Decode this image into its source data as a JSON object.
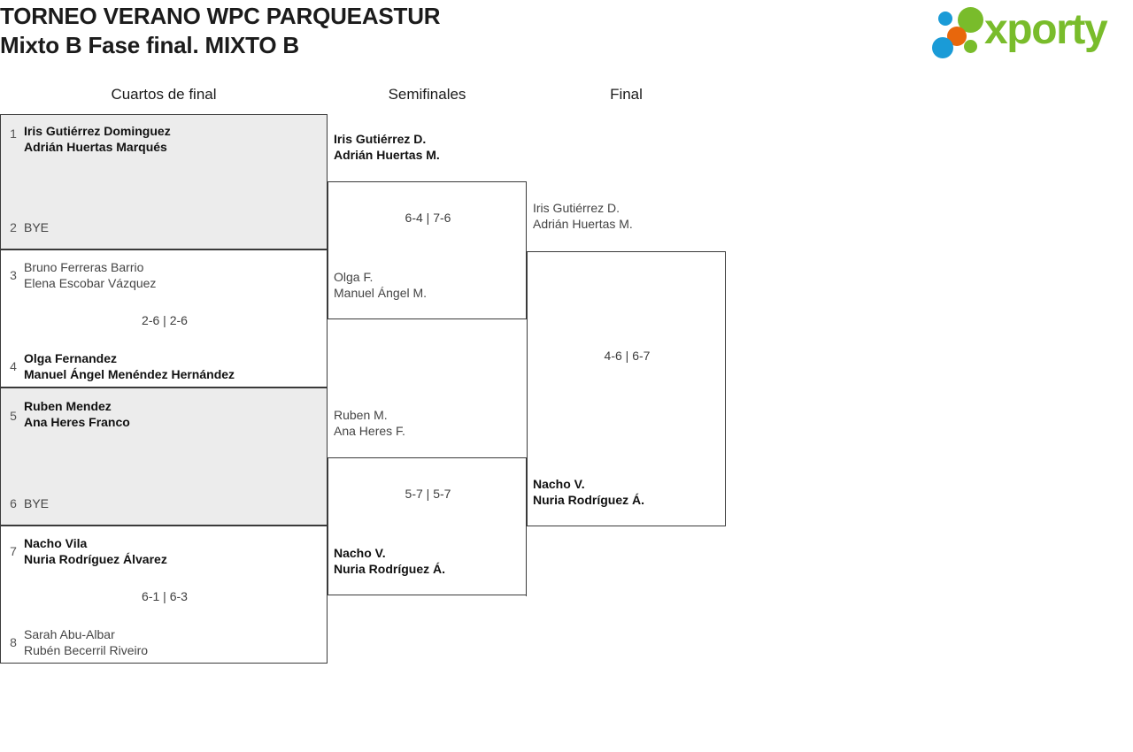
{
  "header": {
    "title_line1": "TORNEO VERANO WPC PARQUEASTUR",
    "title_line2": "Mixto B Fase final. MIXTO B"
  },
  "logo": {
    "wordmark": "xporty",
    "green": "#79bc2b",
    "blue": "#1a9bd7",
    "orange": "#e8670c",
    "dots": [
      {
        "name": "logo-dot-blue-small",
        "color": "#1a9bd7"
      },
      {
        "name": "logo-dot-green-large",
        "color": "#79bc2b"
      },
      {
        "name": "logo-dot-orange",
        "color": "#e8670c"
      },
      {
        "name": "logo-dot-blue-large",
        "color": "#1a9bd7"
      },
      {
        "name": "logo-dot-green-small",
        "color": "#79bc2b"
      }
    ]
  },
  "rounds": [
    {
      "label": "Cuartos de final"
    },
    {
      "label": "Semifinales"
    },
    {
      "label": "Final"
    }
  ],
  "bracket": {
    "quarterfinals": [
      {
        "shaded": true,
        "score": "",
        "top": {
          "seed": "1",
          "line1": "Iris Gutiérrez Dominguez",
          "line2": "Adrián Huertas Marqués",
          "winner": true
        },
        "bottom": {
          "seed": "2",
          "line1": "BYE",
          "line2": "",
          "winner": false
        }
      },
      {
        "shaded": false,
        "score": "2-6 | 2-6",
        "top": {
          "seed": "3",
          "line1": "Bruno Ferreras Barrio",
          "line2": "Elena Escobar Vázquez",
          "winner": false
        },
        "bottom": {
          "seed": "4",
          "line1": "Olga Fernandez",
          "line2": "Manuel Ángel Menéndez Hernández",
          "winner": true
        }
      },
      {
        "shaded": true,
        "score": "",
        "top": {
          "seed": "5",
          "line1": "Ruben Mendez",
          "line2": "Ana Heres Franco",
          "winner": true
        },
        "bottom": {
          "seed": "6",
          "line1": "BYE",
          "line2": "",
          "winner": false
        }
      },
      {
        "shaded": false,
        "score": "6-1 | 6-3",
        "top": {
          "seed": "7",
          "line1": "Nacho Vila",
          "line2": "Nuria Rodríguez Álvarez",
          "winner": true
        },
        "bottom": {
          "seed": "8",
          "line1": "Sarah Abu-Albar",
          "line2": "Rubén Becerril Riveiro",
          "winner": false
        }
      }
    ],
    "semifinals": [
      {
        "score": "6-4 | 7-6",
        "top": {
          "line1": "Iris Gutiérrez D.",
          "line2": "Adrián Huertas M.",
          "winner": true
        },
        "bottom": {
          "line1": "Olga F.",
          "line2": "Manuel Ángel M.",
          "winner": false
        }
      },
      {
        "score": "5-7 | 5-7",
        "top": {
          "line1": "Ruben M.",
          "line2": "Ana Heres F.",
          "winner": false
        },
        "bottom": {
          "line1": "Nacho V.",
          "line2": "Nuria Rodríguez Á.",
          "winner": true
        }
      }
    ],
    "final": [
      {
        "score": "4-6 | 6-7",
        "top": {
          "line1": "Iris Gutiérrez D.",
          "line2": "Adrián Huertas M.",
          "winner": false
        },
        "bottom": {
          "line1": "Nacho V.",
          "line2": "Nuria Rodríguez Á.",
          "winner": true
        }
      }
    ]
  }
}
